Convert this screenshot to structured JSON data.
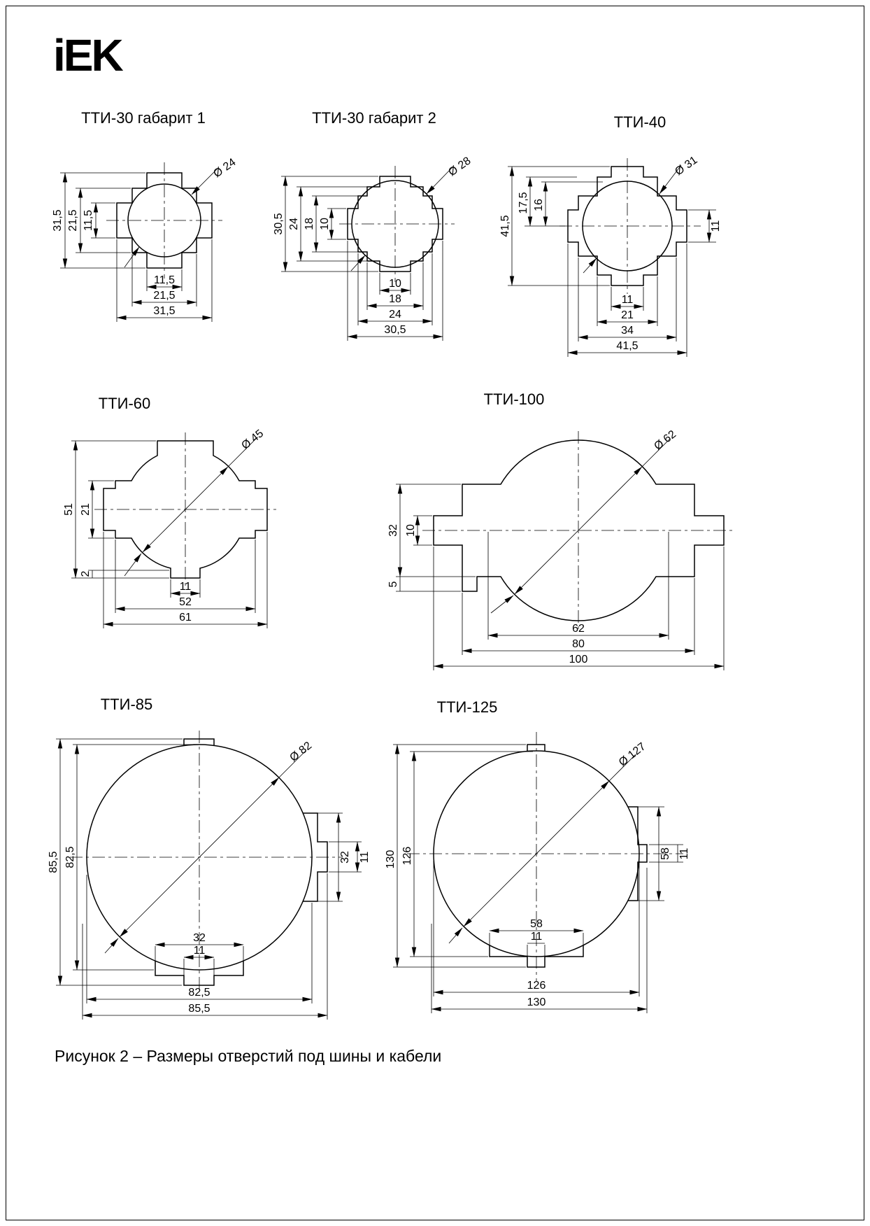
{
  "page": {
    "logo": "iEK",
    "caption": "Рисунок 2 – Размеры отверстий под шины и кабели"
  },
  "figures": [
    {
      "title": "ТТИ-30 габарит 1",
      "diameter": "Ø 24",
      "left_dims": [
        "31,5",
        "21,5",
        "11,5"
      ],
      "bottom_dims": [
        "11,5",
        "21,5",
        "31,5"
      ]
    },
    {
      "title": "ТТИ-30 габарит 2",
      "diameter": "Ø 28",
      "left_dims": [
        "30,5",
        "24",
        "18",
        "10"
      ],
      "bottom_dims": [
        "10",
        "18",
        "24",
        "30,5"
      ]
    },
    {
      "title": "ТТИ-40",
      "diameter": "Ø 31",
      "left_dims": [
        "41,5",
        "17,5",
        "16"
      ],
      "right_dims": [
        "11"
      ],
      "bottom_dims": [
        "11",
        "21",
        "34",
        "41,5"
      ]
    },
    {
      "title": "ТТИ-60",
      "diameter": "Ø 45",
      "left_dims": [
        "51",
        "21",
        "2"
      ],
      "bottom_dims": [
        "11",
        "52",
        "61"
      ]
    },
    {
      "title": "ТТИ-100",
      "diameter": "Ø 62",
      "left_dims": [
        "32",
        "10",
        "5"
      ],
      "bottom_dims": [
        "62",
        "80",
        "100"
      ]
    },
    {
      "title": "ТТИ-85",
      "diameter": "Ø 82",
      "left_dims": [
        "85,5",
        "82,5"
      ],
      "right_dims": [
        "32",
        "11"
      ],
      "inner_bottom_dims": [
        "32",
        "11"
      ],
      "bottom_dims": [
        "82,5",
        "85,5"
      ]
    },
    {
      "title": "ТТИ-125",
      "diameter": "Ø 127",
      "left_dims": [
        "130",
        "126"
      ],
      "right_dims": [
        "58",
        "11"
      ],
      "inner_bottom_dims": [
        "58",
        "11"
      ],
      "bottom_dims": [
        "126",
        "130"
      ]
    }
  ]
}
